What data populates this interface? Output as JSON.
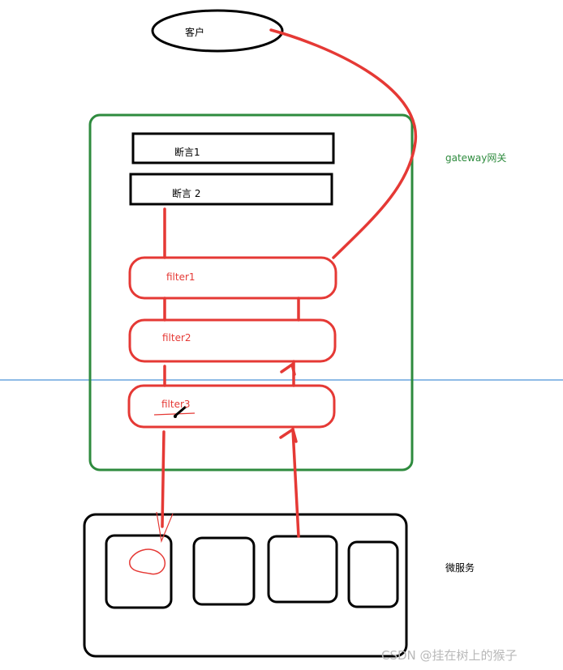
{
  "client": {
    "label": "客户"
  },
  "gateway": {
    "label": "gateway网关",
    "predicates": [
      "断言1",
      "断言 2"
    ],
    "filters": [
      "filter1",
      "filter2",
      "filter3"
    ]
  },
  "microservices": {
    "label": "微服务"
  },
  "watermark": "CSDN @挂在树上的猴子",
  "colors": {
    "gateway": "#2e8b3e",
    "filter": "#e53935",
    "outline": "#000000",
    "separator": "#7fb3e0"
  }
}
